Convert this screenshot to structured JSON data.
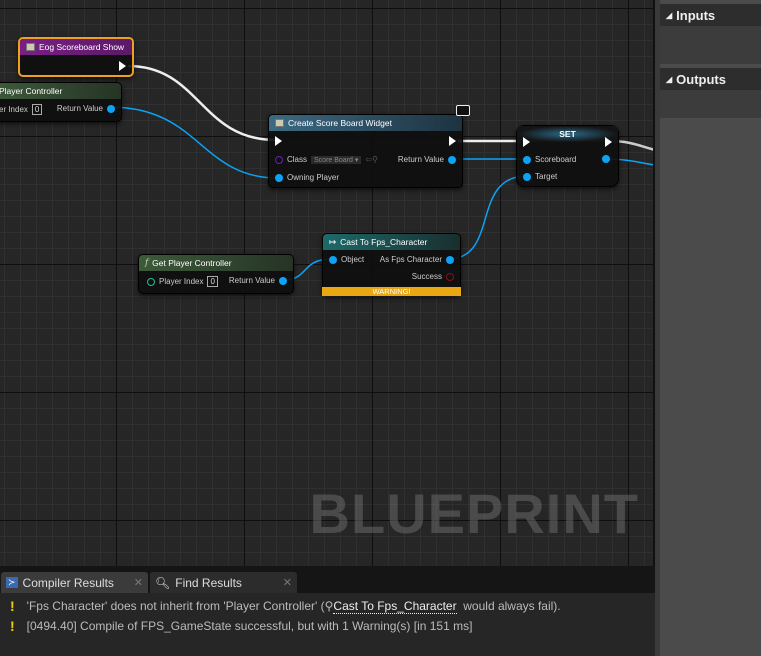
{
  "graph": {
    "watermark": "BLUEPRINT",
    "nodes": {
      "event": {
        "title": "Eog Scoreboard Show"
      },
      "get_pc_top": {
        "title": "Player Controller",
        "input_label": "er Index",
        "input_value": "0",
        "output_label": "Return Value"
      },
      "create_widget": {
        "title": "Create Score Board Widget",
        "class_label": "Class",
        "class_value": "Score Board",
        "return_label": "Return Value",
        "owning_label": "Owning Player"
      },
      "set": {
        "title": "SET",
        "scoreboard_label": "Scoreboard",
        "target_label": "Target"
      },
      "cast": {
        "title": "Cast To Fps_Character",
        "object_label": "Object",
        "output_label": "As Fps Character",
        "success_label": "Success",
        "warning": "WARNING!"
      },
      "get_pc": {
        "title": "Get Player Controller",
        "input_label": "Player Index",
        "input_value": "0",
        "output_label": "Return Value"
      }
    }
  },
  "details": {
    "inputs": "Inputs",
    "outputs": "Outputs"
  },
  "bottom": {
    "tabs": [
      {
        "label": "Compiler Results"
      },
      {
        "label": "Find Results"
      }
    ],
    "messages": [
      {
        "pre": "'Fps Character' does not inherit from 'Player Controller' (",
        "link": "Cast To Fps_Character",
        "post": "would always fail)."
      },
      {
        "text": "[0494.40] Compile of FPS_GameState successful, but with 1 Warning(s) [in 151 ms]"
      }
    ]
  },
  "colors": {
    "pin": "#0ba3f5",
    "warning": "#eaa714",
    "event_header": "#7a1f86"
  }
}
